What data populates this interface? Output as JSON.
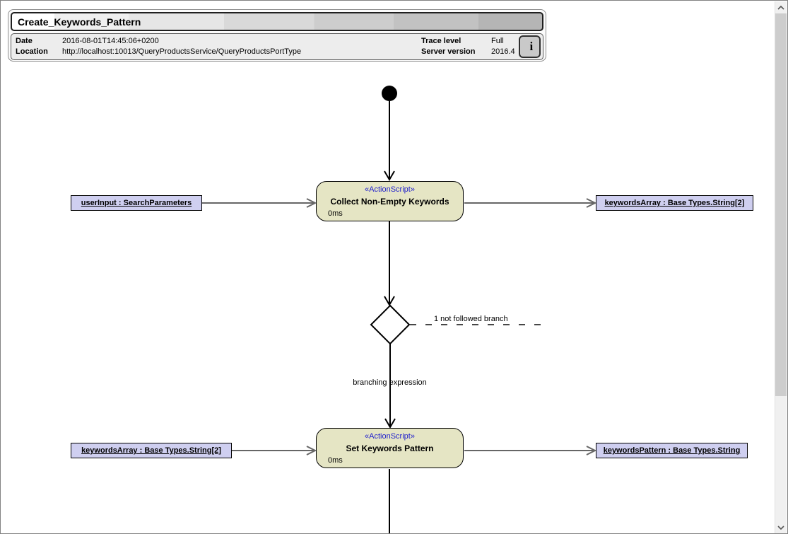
{
  "header": {
    "title": "Create_Keywords_Pattern",
    "info": {
      "date_label": "Date",
      "date_value": "2016-08-01T14:45:06+0200",
      "location_label": "Location",
      "location_value": "http://localhost:10013/QueryProductsService/QueryProductsPortType",
      "trace_level_label": "Trace level",
      "trace_level_value": "Full",
      "server_version_label": "Server version",
      "server_version_value": "2016.4",
      "info_button_label": "i"
    }
  },
  "diagram": {
    "actions": [
      {
        "stereotype": "«ActionScript»",
        "name": "Collect Non-Empty Keywords",
        "duration": "0ms"
      },
      {
        "stereotype": "«ActionScript»",
        "name": "Set Keywords Pattern",
        "duration": "0ms"
      }
    ],
    "data_objects": [
      {
        "label": "userInput : SearchParameters"
      },
      {
        "label": "keywordsArray : Base Types.String[2]"
      },
      {
        "label": "keywordsArray : Base Types.String[2]"
      },
      {
        "label": "keywordsPattern : Base Types.String"
      }
    ],
    "edge_labels": {
      "not_followed_branch": "1 not followed branch",
      "branching_expression": "branching expression"
    }
  },
  "colors": {
    "action_node_fill": "#e5e5c4",
    "data_object_fill": "#cfcff0",
    "stereotype_text": "#2222cc",
    "control_flow_line": "#000000",
    "data_flow_line": "#666666"
  }
}
